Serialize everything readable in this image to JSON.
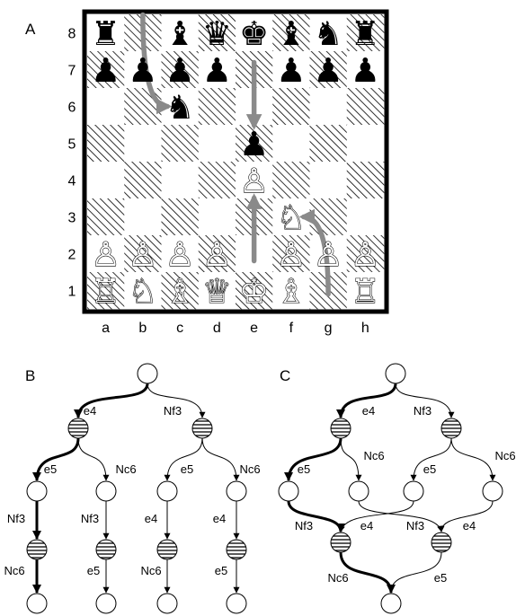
{
  "panels": {
    "a": "A",
    "b": "B",
    "c": "C"
  },
  "board": {
    "files": [
      "a",
      "b",
      "c",
      "d",
      "e",
      "f",
      "g",
      "h"
    ],
    "ranks": [
      "8",
      "7",
      "6",
      "5",
      "4",
      "3",
      "2",
      "1"
    ],
    "dark_square_pattern": "diagonal-hatch",
    "pieces": [
      {
        "sq": "a8",
        "glyph": "♜",
        "color": "black"
      },
      {
        "sq": "c8",
        "glyph": "♝",
        "color": "black"
      },
      {
        "sq": "d8",
        "glyph": "♛",
        "color": "black"
      },
      {
        "sq": "e8",
        "glyph": "♚",
        "color": "black"
      },
      {
        "sq": "f8",
        "glyph": "♝",
        "color": "black"
      },
      {
        "sq": "g8",
        "glyph": "♞",
        "color": "black"
      },
      {
        "sq": "h8",
        "glyph": "♜",
        "color": "black"
      },
      {
        "sq": "a7",
        "glyph": "♟",
        "color": "black"
      },
      {
        "sq": "b7",
        "glyph": "♟",
        "color": "black"
      },
      {
        "sq": "c7",
        "glyph": "♟",
        "color": "black"
      },
      {
        "sq": "d7",
        "glyph": "♟",
        "color": "black"
      },
      {
        "sq": "f7",
        "glyph": "♟",
        "color": "black"
      },
      {
        "sq": "g7",
        "glyph": "♟",
        "color": "black"
      },
      {
        "sq": "h7",
        "glyph": "♟",
        "color": "black"
      },
      {
        "sq": "c6",
        "glyph": "♞",
        "color": "black"
      },
      {
        "sq": "e5",
        "glyph": "♟",
        "color": "black"
      },
      {
        "sq": "e4",
        "glyph": "♙",
        "color": "white"
      },
      {
        "sq": "f3",
        "glyph": "♘",
        "color": "white"
      },
      {
        "sq": "a2",
        "glyph": "♙",
        "color": "white"
      },
      {
        "sq": "b2",
        "glyph": "♙",
        "color": "white"
      },
      {
        "sq": "c2",
        "glyph": "♙",
        "color": "white"
      },
      {
        "sq": "d2",
        "glyph": "♙",
        "color": "white"
      },
      {
        "sq": "f2",
        "glyph": "♙",
        "color": "white"
      },
      {
        "sq": "g2",
        "glyph": "♙",
        "color": "white"
      },
      {
        "sq": "h2",
        "glyph": "♙",
        "color": "white"
      },
      {
        "sq": "a1",
        "glyph": "♖",
        "color": "white"
      },
      {
        "sq": "b1",
        "glyph": "♘",
        "color": "white"
      },
      {
        "sq": "c1",
        "glyph": "♗",
        "color": "white"
      },
      {
        "sq": "d1",
        "glyph": "♕",
        "color": "white"
      },
      {
        "sq": "e1",
        "glyph": "♔",
        "color": "white"
      },
      {
        "sq": "f1",
        "glyph": "♗",
        "color": "white"
      },
      {
        "sq": "h1",
        "glyph": "♖",
        "color": "white"
      }
    ],
    "move_arrows": [
      {
        "from": "e2",
        "to": "e4",
        "curve": "straight"
      },
      {
        "from": "e7",
        "to": "e5",
        "curve": "straight"
      },
      {
        "from": "g1",
        "to": "f3",
        "curve": "knight"
      },
      {
        "from": "b8",
        "to": "c6",
        "curve": "knight"
      }
    ],
    "arrow_color": "#8a8a8a"
  },
  "tree_b": {
    "nodes": [
      {
        "id": "root",
        "type": "open"
      },
      {
        "id": "e4",
        "type": "striped"
      },
      {
        "id": "nf3",
        "type": "striped"
      },
      {
        "id": "e4e5",
        "type": "open"
      },
      {
        "id": "e4nc6",
        "type": "open"
      },
      {
        "id": "nf3e5",
        "type": "open"
      },
      {
        "id": "nf3nc6",
        "type": "open"
      },
      {
        "id": "b1",
        "type": "striped"
      },
      {
        "id": "b2",
        "type": "striped"
      },
      {
        "id": "b3",
        "type": "striped"
      },
      {
        "id": "b4",
        "type": "striped"
      },
      {
        "id": "l1",
        "type": "open"
      },
      {
        "id": "l2",
        "type": "open"
      },
      {
        "id": "l3",
        "type": "open"
      },
      {
        "id": "l4",
        "type": "open"
      }
    ],
    "edges": [
      {
        "from": "root",
        "to": "e4",
        "label": "e4",
        "bold": true
      },
      {
        "from": "root",
        "to": "nf3",
        "label": "Nf3",
        "bold": false
      },
      {
        "from": "e4",
        "to": "e4e5",
        "label": "e5",
        "bold": true
      },
      {
        "from": "e4",
        "to": "e4nc6",
        "label": "Nc6",
        "bold": false
      },
      {
        "from": "nf3",
        "to": "nf3e5",
        "label": "e5",
        "bold": false
      },
      {
        "from": "nf3",
        "to": "nf3nc6",
        "label": "Nc6",
        "bold": false
      },
      {
        "from": "e4e5",
        "to": "b1",
        "label": "Nf3",
        "bold": true
      },
      {
        "from": "e4nc6",
        "to": "b2",
        "label": "Nf3",
        "bold": false
      },
      {
        "from": "nf3e5",
        "to": "b3",
        "label": "e4",
        "bold": false
      },
      {
        "from": "nf3nc6",
        "to": "b4",
        "label": "e4",
        "bold": false
      },
      {
        "from": "b1",
        "to": "l1",
        "label": "Nc6",
        "bold": true
      },
      {
        "from": "b2",
        "to": "l2",
        "label": "e5",
        "bold": false
      },
      {
        "from": "b3",
        "to": "l3",
        "label": "Nc6",
        "bold": false
      },
      {
        "from": "b4",
        "to": "l4",
        "label": "e5",
        "bold": false
      }
    ]
  },
  "graph_c": {
    "nodes": [
      {
        "id": "root",
        "type": "open"
      },
      {
        "id": "e4",
        "type": "striped"
      },
      {
        "id": "nf3",
        "type": "striped"
      },
      {
        "id": "e4e5",
        "type": "open"
      },
      {
        "id": "e4nc6",
        "type": "open"
      },
      {
        "id": "nf3e5",
        "type": "open"
      },
      {
        "id": "nf3nc6",
        "type": "open"
      },
      {
        "id": "m1",
        "type": "striped"
      },
      {
        "id": "m2",
        "type": "striped"
      },
      {
        "id": "end",
        "type": "open"
      }
    ],
    "edges": [
      {
        "from": "root",
        "to": "e4",
        "label": "e4",
        "bold": true
      },
      {
        "from": "root",
        "to": "nf3",
        "label": "Nf3",
        "bold": false
      },
      {
        "from": "e4",
        "to": "e4e5",
        "label": "e5",
        "bold": true
      },
      {
        "from": "e4",
        "to": "e4nc6",
        "label": "Nc6",
        "bold": false
      },
      {
        "from": "nf3",
        "to": "nf3e5",
        "label": "e5",
        "bold": false
      },
      {
        "from": "nf3",
        "to": "nf3nc6",
        "label": "Nc6",
        "bold": false
      },
      {
        "from": "e4e5",
        "to": "m1",
        "label": "Nf3",
        "bold": true
      },
      {
        "from": "nf3e5",
        "to": "m1",
        "label": "e4",
        "bold": false
      },
      {
        "from": "e4nc6",
        "to": "m2",
        "label": "Nf3",
        "bold": false
      },
      {
        "from": "nf3nc6",
        "to": "m2",
        "label": "e4",
        "bold": false
      },
      {
        "from": "m1",
        "to": "end",
        "label": "Nc6",
        "bold": true
      },
      {
        "from": "m2",
        "to": "end",
        "label": "e5",
        "bold": false
      }
    ]
  }
}
